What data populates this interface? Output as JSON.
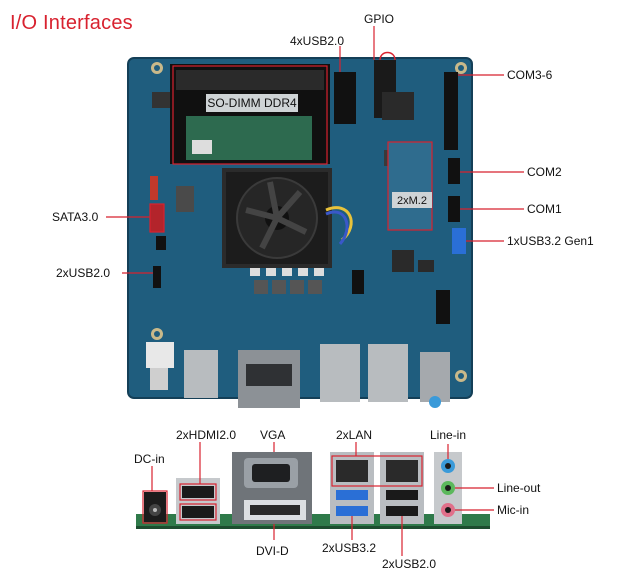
{
  "title": "I/O Interfaces",
  "board_labels": {
    "gpio": "GPIO",
    "usb_top": "4xUSB2.0",
    "com36": "COM3-6",
    "com2": "COM2",
    "com1": "COM1",
    "usb32": "1xUSB3.2 Gen1",
    "sata": "SATA3.0",
    "usb_left": "2xUSB2.0",
    "sodimm": "SO-DIMM DDR4",
    "m2": "2xM.2"
  },
  "rear_labels": {
    "hdmi": "2xHDMI2.0",
    "vga": "VGA",
    "lan": "2xLAN",
    "linein": "Line-in",
    "dcin": "DC-in",
    "lineout": "Line-out",
    "micin": "Mic-in",
    "dvid": "DVI-D",
    "usb32": "2xUSB3.2",
    "usb20": "2xUSB2.0"
  },
  "colors": {
    "accent": "#d8222f",
    "pcb": "#1f5d7e",
    "heatsink": "#2b2b2b",
    "audio_blue": "#3a9ad9",
    "audio_green": "#5cb85c",
    "audio_pink": "#e0708a"
  }
}
